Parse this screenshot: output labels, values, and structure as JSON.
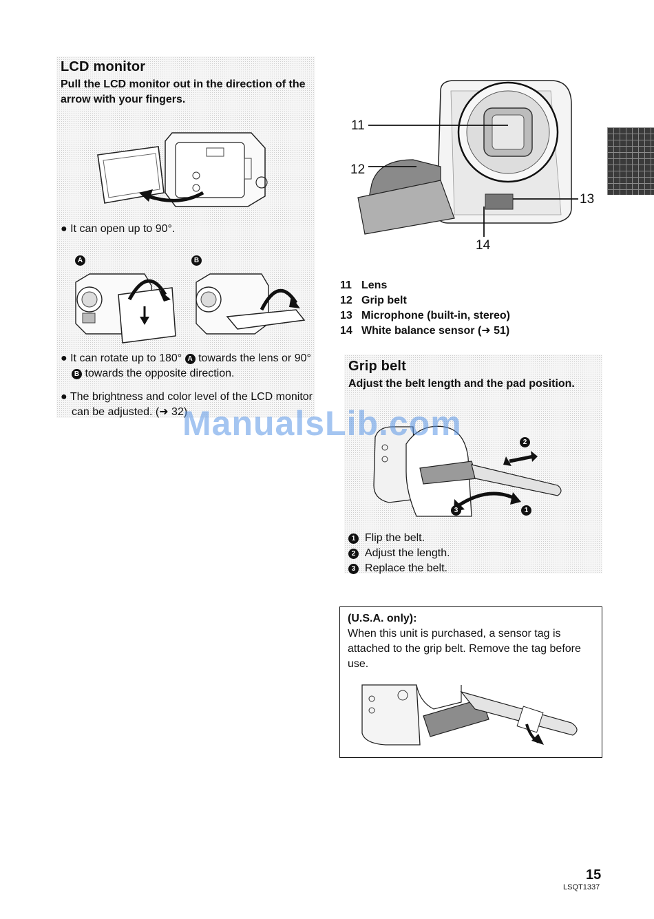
{
  "lcd": {
    "title": "LCD monitor",
    "instruction": "Pull the LCD monitor out in the direction of the arrow with your fingers.",
    "note_open": "It can open up to 90°.",
    "label_a": "A",
    "label_b": "B",
    "rotate_pre": "It can rotate up to 180°",
    "rotate_mid": "towards the lens or 90°",
    "rotate_post": "towards the opposite direction.",
    "brightness": "The brightness and color level of the LCD monitor can be adjusted. (➜ 32)"
  },
  "parts": {
    "callouts": [
      "11",
      "12",
      "13",
      "14"
    ],
    "items": [
      {
        "num": "11",
        "label": "Lens"
      },
      {
        "num": "12",
        "label": "Grip belt"
      },
      {
        "num": "13",
        "label": "Microphone (built-in, stereo)"
      },
      {
        "num": "14",
        "label": "White balance sensor (➜ 51)"
      }
    ]
  },
  "grip": {
    "title": "Grip belt",
    "instruction": "Adjust the belt length and the pad position.",
    "fig_labels": [
      "1",
      "2",
      "3"
    ],
    "steps": [
      {
        "num": "1",
        "text": "Flip the belt."
      },
      {
        "num": "2",
        "text": "Adjust the length."
      },
      {
        "num": "3",
        "text": "Replace the belt."
      }
    ]
  },
  "usa": {
    "heading": "(U.S.A. only):",
    "text": "When this unit is purchased, a sensor tag is attached to the grip belt. Remove the tag before use."
  },
  "footer": {
    "page_number": "15",
    "code": "LSQT1337"
  },
  "watermark": "ManualsLib.com"
}
